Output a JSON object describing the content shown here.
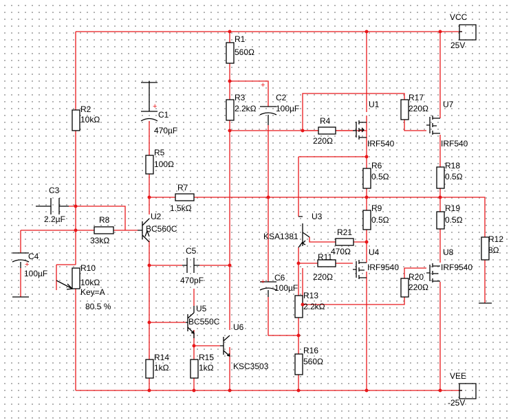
{
  "components": {
    "R1": {
      "ref": "R1",
      "value": "560Ω"
    },
    "R2": {
      "ref": "R2",
      "value": "10kΩ"
    },
    "R3": {
      "ref": "R3",
      "value": "2.2kΩ"
    },
    "R4": {
      "ref": "R4",
      "value": "220Ω"
    },
    "R5": {
      "ref": "R5",
      "value": "100Ω"
    },
    "R6": {
      "ref": "R6",
      "value": "0.5Ω"
    },
    "R7": {
      "ref": "R7",
      "value": "1.5kΩ"
    },
    "R8": {
      "ref": "R8",
      "value": "33kΩ"
    },
    "R9": {
      "ref": "R9",
      "value": "0.5Ω"
    },
    "R10": {
      "ref": "R10",
      "value": "10kΩ",
      "key": "Key=A",
      "percent": "80.5 %"
    },
    "R11": {
      "ref": "R11",
      "value": "220Ω"
    },
    "R12": {
      "ref": "R12",
      "value": "8Ω"
    },
    "R13": {
      "ref": "R13",
      "value": "2.2kΩ"
    },
    "R14": {
      "ref": "R14",
      "value": "1kΩ"
    },
    "R15": {
      "ref": "R15",
      "value": "1kΩ"
    },
    "R16": {
      "ref": "R16",
      "value": "560Ω"
    },
    "R17": {
      "ref": "R17",
      "value": "220Ω"
    },
    "R18": {
      "ref": "R18",
      "value": "0.5Ω"
    },
    "R19": {
      "ref": "R19",
      "value": "0.5Ω"
    },
    "R20": {
      "ref": "R20",
      "value": "220Ω"
    },
    "R21": {
      "ref": "R21",
      "value": "470Ω"
    },
    "C1": {
      "ref": "C1",
      "value": "470µF"
    },
    "C2": {
      "ref": "C2",
      "value": "100µF"
    },
    "C3": {
      "ref": "C3",
      "value": "2.2µF"
    },
    "C4": {
      "ref": "C4",
      "value": "100µF"
    },
    "C5": {
      "ref": "C5",
      "value": "470pF"
    },
    "C6": {
      "ref": "C6",
      "value": "100µF"
    },
    "U1": {
      "ref": "U1",
      "part": "IRF540"
    },
    "U2": {
      "ref": "U2",
      "part": "BC560C"
    },
    "U3": {
      "ref": "U3",
      "part": "KSA1381"
    },
    "U4": {
      "ref": "U4",
      "part": "IRF9540"
    },
    "U5": {
      "ref": "U5",
      "part": "BC550C"
    },
    "U6": {
      "ref": "U6",
      "part": "KSC3503"
    },
    "U7": {
      "ref": "U7",
      "part": "IRF540"
    },
    "U8": {
      "ref": "U8",
      "part": "IRF9540"
    }
  },
  "supplies": {
    "VCC": {
      "name": "VCC",
      "value": "25V"
    },
    "VEE": {
      "name": "VEE",
      "value": "-25V"
    }
  },
  "colors": {
    "wire": "#e8171a",
    "component": "#000000",
    "background": "#ffffff",
    "grid": "#8a8a8a"
  }
}
